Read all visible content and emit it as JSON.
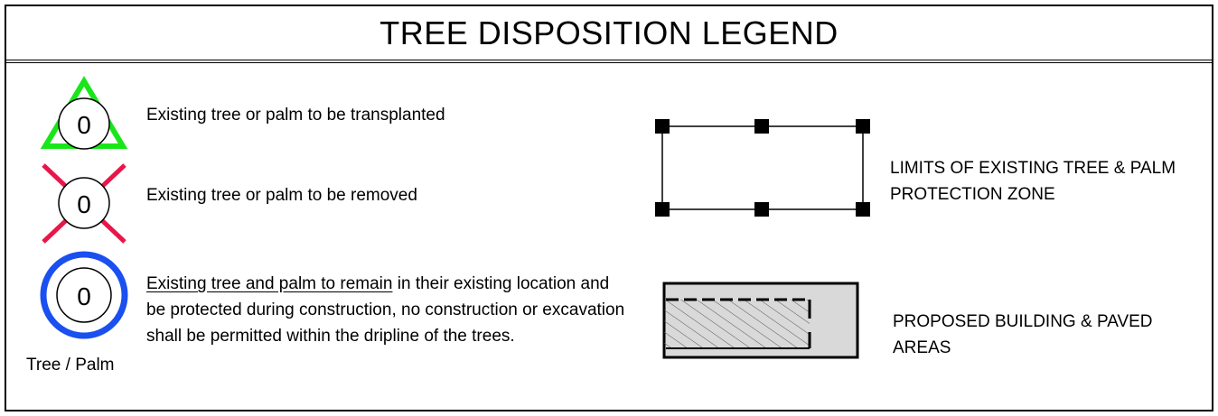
{
  "title": "TREE DISPOSITION LEGEND",
  "symbols": {
    "tree_number": "0",
    "tree_palm_caption": "Tree / Palm"
  },
  "entries": {
    "transplanted": {
      "label": "Existing tree or palm to be transplanted",
      "color": "#19e619"
    },
    "removed": {
      "label": "Existing tree or palm to be removed",
      "color": "#e8174a"
    },
    "remain": {
      "label_underlined": "Existing tree and palm to remain",
      "label_rest": " in their existing location and",
      "line2": "be protected during construction, no construction or excavation",
      "line3": "shall be permitted within the dripline of the trees.",
      "color": "#1a4ff0"
    },
    "protection_zone": {
      "line1": "LIMITS OF EXISTING TREE & PALM",
      "line2": "PROTECTION ZONE"
    },
    "building": {
      "line1": "PROPOSED BUILDING & PAVED",
      "line2": "AREAS",
      "fill": "#d9d9d9"
    }
  }
}
